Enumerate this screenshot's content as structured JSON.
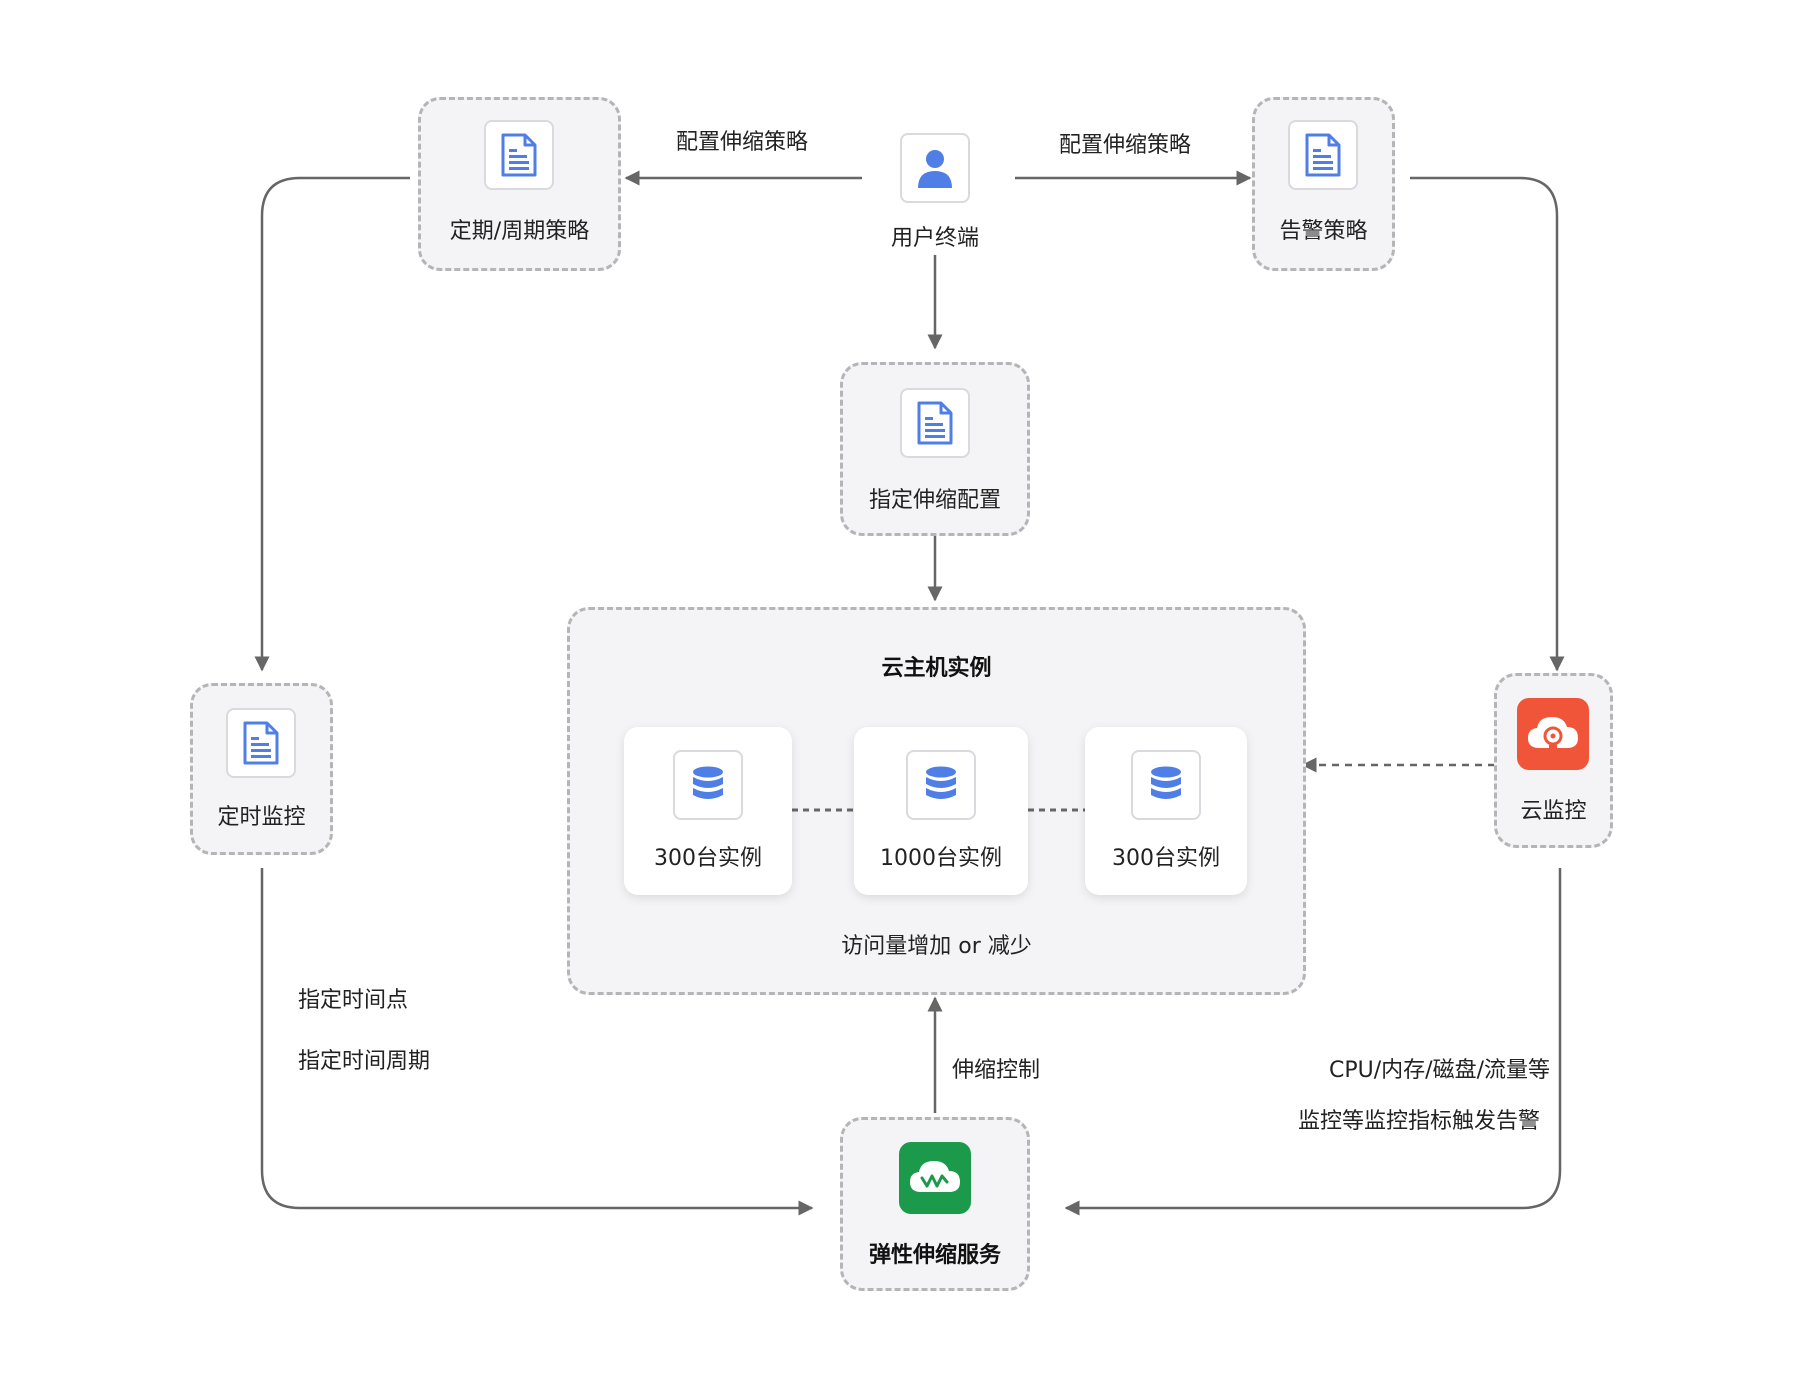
{
  "nodes": {
    "user_terminal": "用户终端",
    "scheduled_policy": "定期/周期策略",
    "alarm_policy": "告警策略",
    "scaling_config": "指定伸缩配置",
    "timer_monitor": "定时监控",
    "cloud_monitor": "云监控",
    "auto_scaling": "弹性伸缩服务"
  },
  "cluster": {
    "title": "云主机实例",
    "instances": [
      "300台实例",
      "1000台实例",
      "300台实例"
    ],
    "note": "访问量增加 or 减少"
  },
  "edge_labels": {
    "config_left": "配置伸缩策略",
    "config_right": "配置伸缩策略",
    "scaling_control": "伸缩控制",
    "time_point": "指定时间点",
    "time_period": "指定时间周期",
    "metrics_line1": "CPU/内存/磁盘/流量等",
    "metrics_line2": "监控等监控指标触发告警"
  },
  "icons": {
    "user": "user-icon",
    "document": "document-icon",
    "database": "database-icon",
    "cloud_monitor": "cloud-monitor-icon",
    "auto_scaling": "cloud-scaling-icon"
  },
  "colors": {
    "icon_blue": "#4f7fe6",
    "monitor_red": "#f0553a",
    "scaling_green": "#1a9a4a",
    "line": "#666666"
  }
}
